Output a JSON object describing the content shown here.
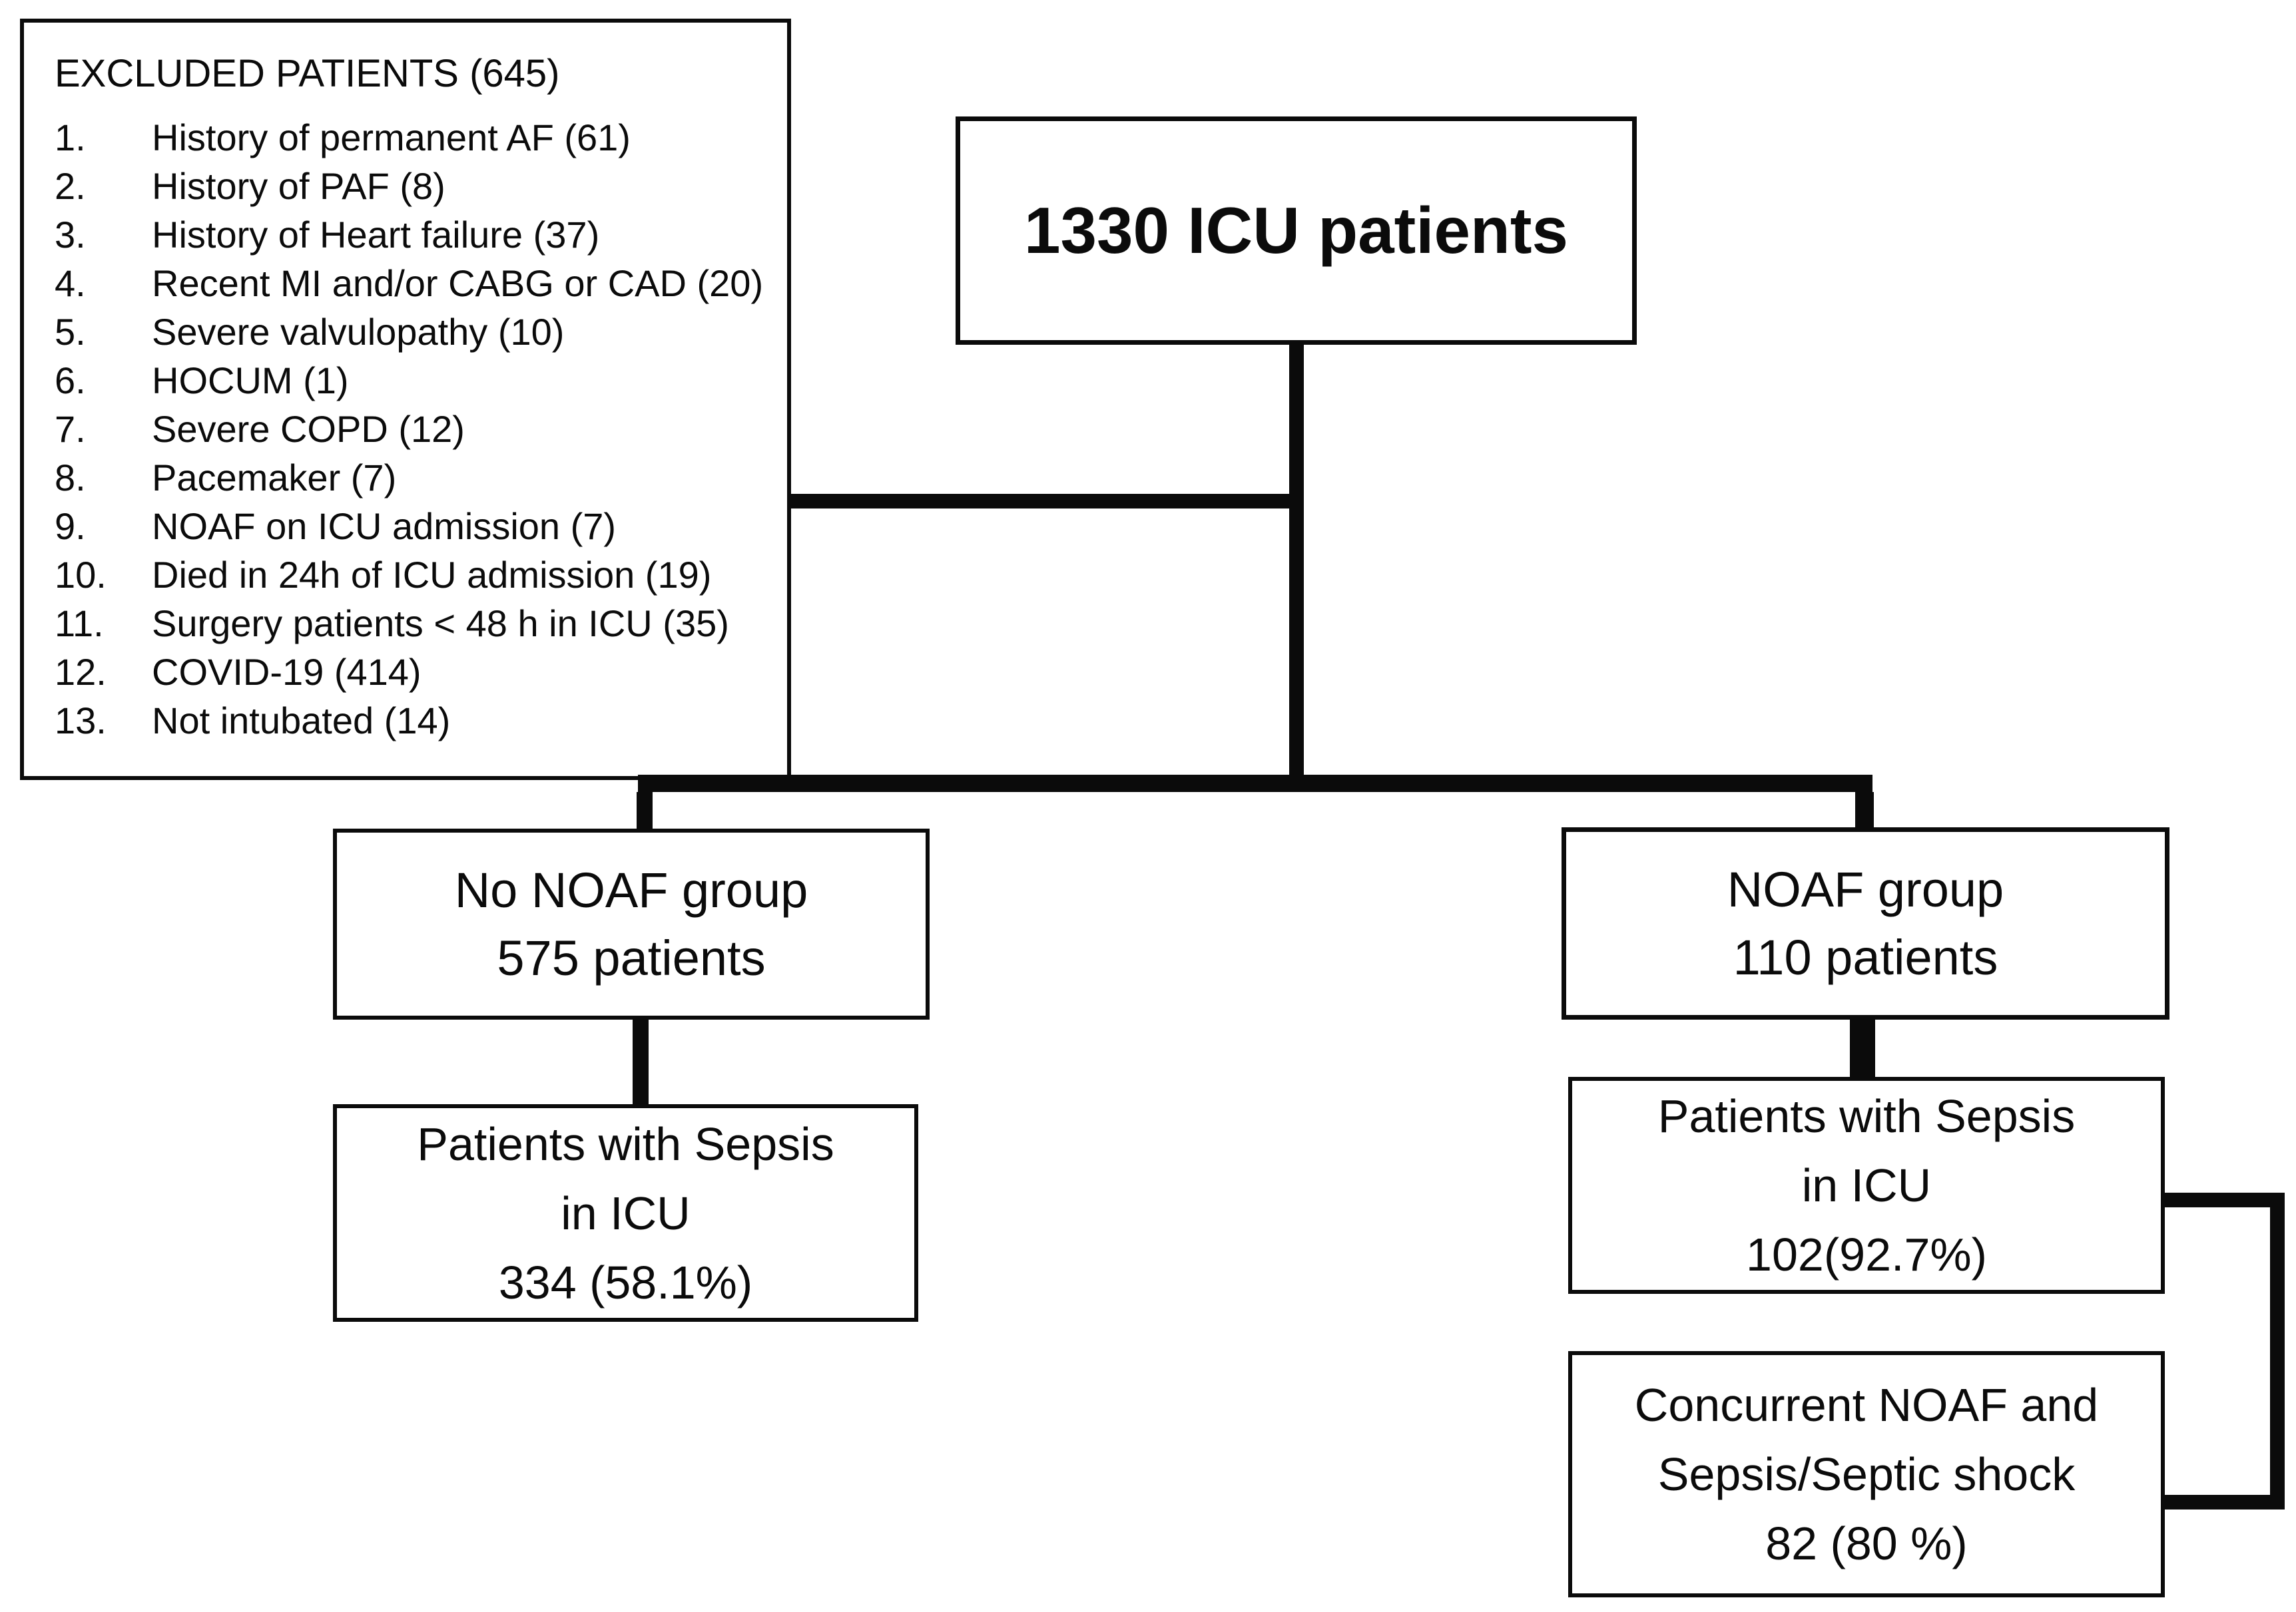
{
  "palette": {
    "background": "#ffffff",
    "line_color": "#0b0b0b",
    "text_color": "#0b0b0b"
  },
  "excluded_box": {
    "title": "EXCLUDED PATIENTS (645)",
    "items": [
      {
        "num": "1.",
        "text": "History of permanent AF (61)"
      },
      {
        "num": "2.",
        "text": "History of PAF (8)"
      },
      {
        "num": "3.",
        "text": "History of Heart failure (37)"
      },
      {
        "num": "4.",
        "text": "Recent MI and/or CABG or CAD (20)"
      },
      {
        "num": "5.",
        "text": "Severe valvulopathy (10)"
      },
      {
        "num": "6.",
        "text": "HOCUM (1)"
      },
      {
        "num": "7.",
        "text": "Severe COPD (12)"
      },
      {
        "num": "8.",
        "text": "Pacemaker (7)"
      },
      {
        "num": "9.",
        "text": "NOAF on ICU admission (7)"
      },
      {
        "num": "10.",
        "text": "Died in 24h of ICU admission (19)"
      },
      {
        "num": "11.",
        "text": "Surgery patients < 48 h in ICU (35)"
      },
      {
        "num": "12.",
        "text": "COVID-19 (414)"
      },
      {
        "num": "13.",
        "text": "Not intubated (14)"
      }
    ]
  },
  "boxes": {
    "total": {
      "label": "1330 ICU patients"
    },
    "no_noaf_group": {
      "lines": [
        "No NOAF group",
        "575 patients"
      ]
    },
    "noaf_group": {
      "lines": [
        "NOAF group",
        "110 patients"
      ]
    },
    "no_noaf_sepsis": {
      "lines": [
        "Patients with Sepsis",
        "in ICU",
        "334 (58.1%)"
      ]
    },
    "noaf_sepsis": {
      "lines": [
        "Patients with Sepsis",
        "in ICU",
        "102(92.7%)"
      ]
    },
    "concurrent": {
      "lines": [
        "Concurrent NOAF and",
        "Sepsis/Septic shock",
        "82 (80 %)"
      ]
    }
  }
}
